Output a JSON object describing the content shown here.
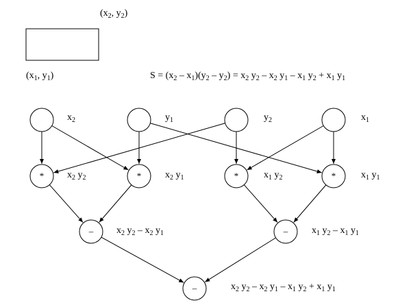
{
  "corner_labels": {
    "top_right": [
      {
        "t": "(x"
      },
      {
        "s": "2"
      },
      {
        "t": ", y"
      },
      {
        "s": "2"
      },
      {
        "t": ")"
      }
    ],
    "bottom_left": [
      {
        "t": "(x"
      },
      {
        "s": "1"
      },
      {
        "t": ", y"
      },
      {
        "s": "1"
      },
      {
        "t": ")"
      }
    ]
  },
  "formula": [
    {
      "t": "S = (x"
    },
    {
      "s": "2"
    },
    {
      "t": " – x"
    },
    {
      "s": "1"
    },
    {
      "t": ")(y"
    },
    {
      "s": "2"
    },
    {
      "t": " – y"
    },
    {
      "s": "2"
    },
    {
      "t": ") = x"
    },
    {
      "s": "2"
    },
    {
      "t": " y"
    },
    {
      "s": "2"
    },
    {
      "t": " – x"
    },
    {
      "s": "2"
    },
    {
      "t": " y"
    },
    {
      "s": "1"
    },
    {
      "t": " – x"
    },
    {
      "s": "1"
    },
    {
      "t": " y"
    },
    {
      "s": "2"
    },
    {
      "t": " + x"
    },
    {
      "s": "1"
    },
    {
      "t": " y"
    },
    {
      "s": "1"
    }
  ],
  "inputs": [
    {
      "id": "in-x2",
      "label": [
        {
          "t": "x"
        },
        {
          "s": "2"
        }
      ]
    },
    {
      "id": "in-y1",
      "label": [
        {
          "t": "y"
        },
        {
          "s": "1"
        }
      ]
    },
    {
      "id": "in-y2",
      "label": [
        {
          "t": "y"
        },
        {
          "s": "2"
        }
      ]
    },
    {
      "id": "in-x1",
      "label": [
        {
          "t": "x"
        },
        {
          "s": "1"
        }
      ]
    }
  ],
  "products": [
    {
      "id": "mul-x2y2",
      "op": "*",
      "label": [
        {
          "t": "x"
        },
        {
          "s": "2"
        },
        {
          "t": " y"
        },
        {
          "s": "2"
        }
      ]
    },
    {
      "id": "mul-x2y1",
      "op": "*",
      "label": [
        {
          "t": "x"
        },
        {
          "s": "2"
        },
        {
          "t": " y"
        },
        {
          "s": "1"
        }
      ]
    },
    {
      "id": "mul-x1y2",
      "op": "*",
      "label": [
        {
          "t": "x"
        },
        {
          "s": "1"
        },
        {
          "t": " y"
        },
        {
          "s": "2"
        }
      ]
    },
    {
      "id": "mul-x1y1",
      "op": "*",
      "label": [
        {
          "t": "x"
        },
        {
          "s": "1"
        },
        {
          "t": " y"
        },
        {
          "s": "1"
        }
      ]
    }
  ],
  "differences": [
    {
      "id": "sub-left",
      "op": "–",
      "label": [
        {
          "t": "x"
        },
        {
          "s": "2"
        },
        {
          "t": " y"
        },
        {
          "s": "2"
        },
        {
          "t": " – x"
        },
        {
          "s": "2"
        },
        {
          "t": " y"
        },
        {
          "s": "1"
        }
      ]
    },
    {
      "id": "sub-right",
      "op": "–",
      "label": [
        {
          "t": "x"
        },
        {
          "s": "1"
        },
        {
          "t": " y"
        },
        {
          "s": "2"
        },
        {
          "t": " – x"
        },
        {
          "s": "1"
        },
        {
          "t": " y"
        },
        {
          "s": "1"
        }
      ]
    }
  ],
  "result": {
    "id": "sub-final",
    "op": "–",
    "label": [
      {
        "t": "x"
      },
      {
        "s": "2"
      },
      {
        "t": " y"
      },
      {
        "s": "2"
      },
      {
        "t": " – x"
      },
      {
        "s": "2"
      },
      {
        "t": " y"
      },
      {
        "s": "1"
      },
      {
        "t": " – x"
      },
      {
        "s": "1"
      },
      {
        "t": " y"
      },
      {
        "s": "2"
      },
      {
        "t": " + x"
      },
      {
        "s": "1"
      },
      {
        "t": " y"
      },
      {
        "s": "1"
      }
    ]
  },
  "edges": [
    [
      "in-x2",
      "mul-x2y2"
    ],
    [
      "in-x2",
      "mul-x2y1"
    ],
    [
      "in-y1",
      "mul-x2y1"
    ],
    [
      "in-y1",
      "mul-x1y1"
    ],
    [
      "in-y2",
      "mul-x2y2"
    ],
    [
      "in-y2",
      "mul-x1y2"
    ],
    [
      "in-x1",
      "mul-x1y2"
    ],
    [
      "in-x1",
      "mul-x1y1"
    ],
    [
      "mul-x2y2",
      "sub-left"
    ],
    [
      "mul-x2y1",
      "sub-left"
    ],
    [
      "mul-x1y2",
      "sub-right"
    ],
    [
      "mul-x1y1",
      "sub-right"
    ],
    [
      "sub-left",
      "sub-final"
    ],
    [
      "sub-right",
      "sub-final"
    ]
  ]
}
